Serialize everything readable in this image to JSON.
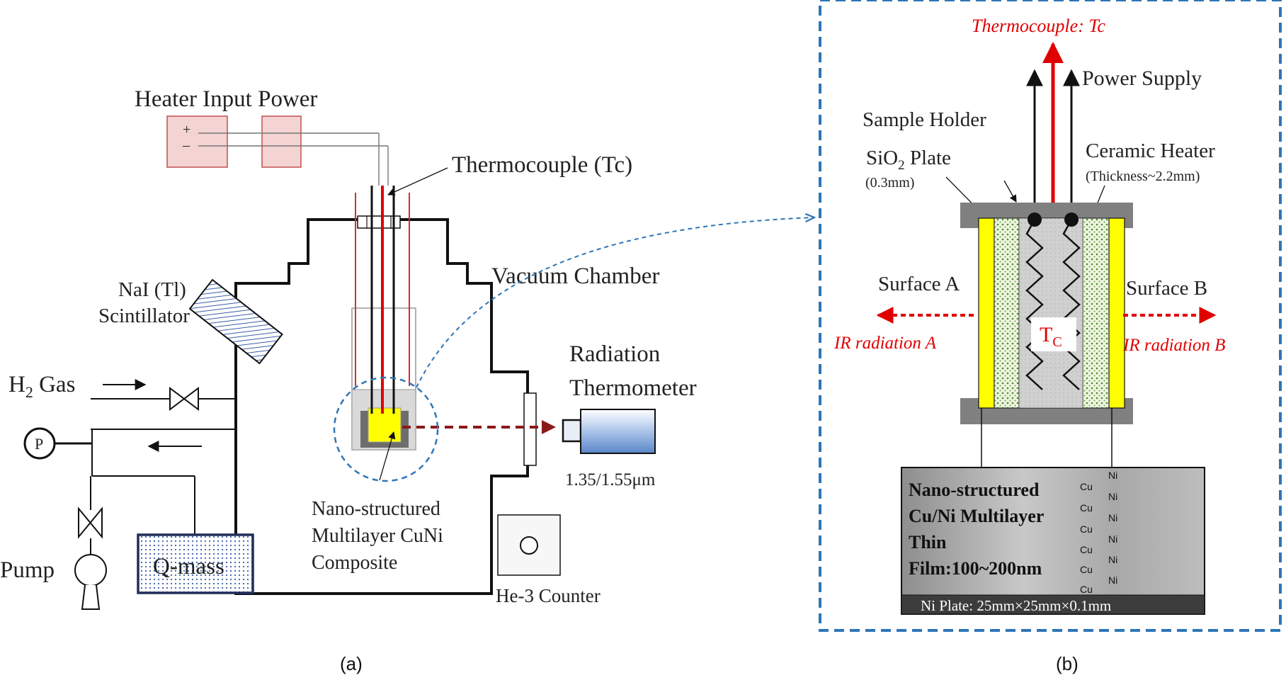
{
  "panel_a": {
    "caption": "(a)",
    "heater_input_power": "Heater Input Power",
    "plus_sign": "+",
    "minus_sign": "–",
    "thermocouple": "Thermocouple (Tc)",
    "vacuum_chamber": "Vacuum Chamber",
    "nai_line1": "NaI (Tl)",
    "nai_line2": "Scintillator",
    "h2_gas_main": "H",
    "h2_gas_sub": "2",
    "h2_gas_rest": " Gas",
    "pressure_gauge": "P",
    "pump": "Pump",
    "q_mass": "Q-mass",
    "radiation_line1": "Radiation",
    "radiation_line2": "Thermometer",
    "wavelength": "1.35/1.55μm",
    "sample_line1": "Nano-structured",
    "sample_line2": "Multilayer CuNi",
    "sample_line3": "Composite",
    "he3_counter": "He-3 Counter"
  },
  "panel_b": {
    "caption": "(b)",
    "thermocouple_tc": "Thermocouple: Tc",
    "power_supply": "Power Supply",
    "sample_holder": "Sample Holder",
    "sio2_main": "SiO",
    "sio2_sub": "2",
    "sio2_rest": " Plate",
    "sio2_thickness": "(0.3mm)",
    "ceramic_heater": "Ceramic Heater",
    "ceramic_thickness": "(Thickness~2.2mm)",
    "surface_a": "Surface A",
    "surface_b": "Surface B",
    "ir_a": "IR radiation A",
    "ir_b": "IR radiation B",
    "tc_main": "T",
    "tc_sub": "C",
    "film_line1": "Nano-structured",
    "film_line2": "Cu/Ni Multilayer",
    "film_line3": "Thin",
    "film_line4": "Film:100~200nm",
    "cu_label": "Cu",
    "ni_label": "Ni",
    "ni_plate": "Ni Plate: 25mm×25mm×0.1mm"
  },
  "colors": {
    "heater_fill": "#f4d3d3",
    "heater_stroke": "#c05050",
    "thermocouple_red": "#e00000",
    "sample_yellow": "#ffff00",
    "dashed_blue": "#2e75b6",
    "laser_dark_red": "#8b1a1a",
    "holder_gray": "#808080"
  }
}
